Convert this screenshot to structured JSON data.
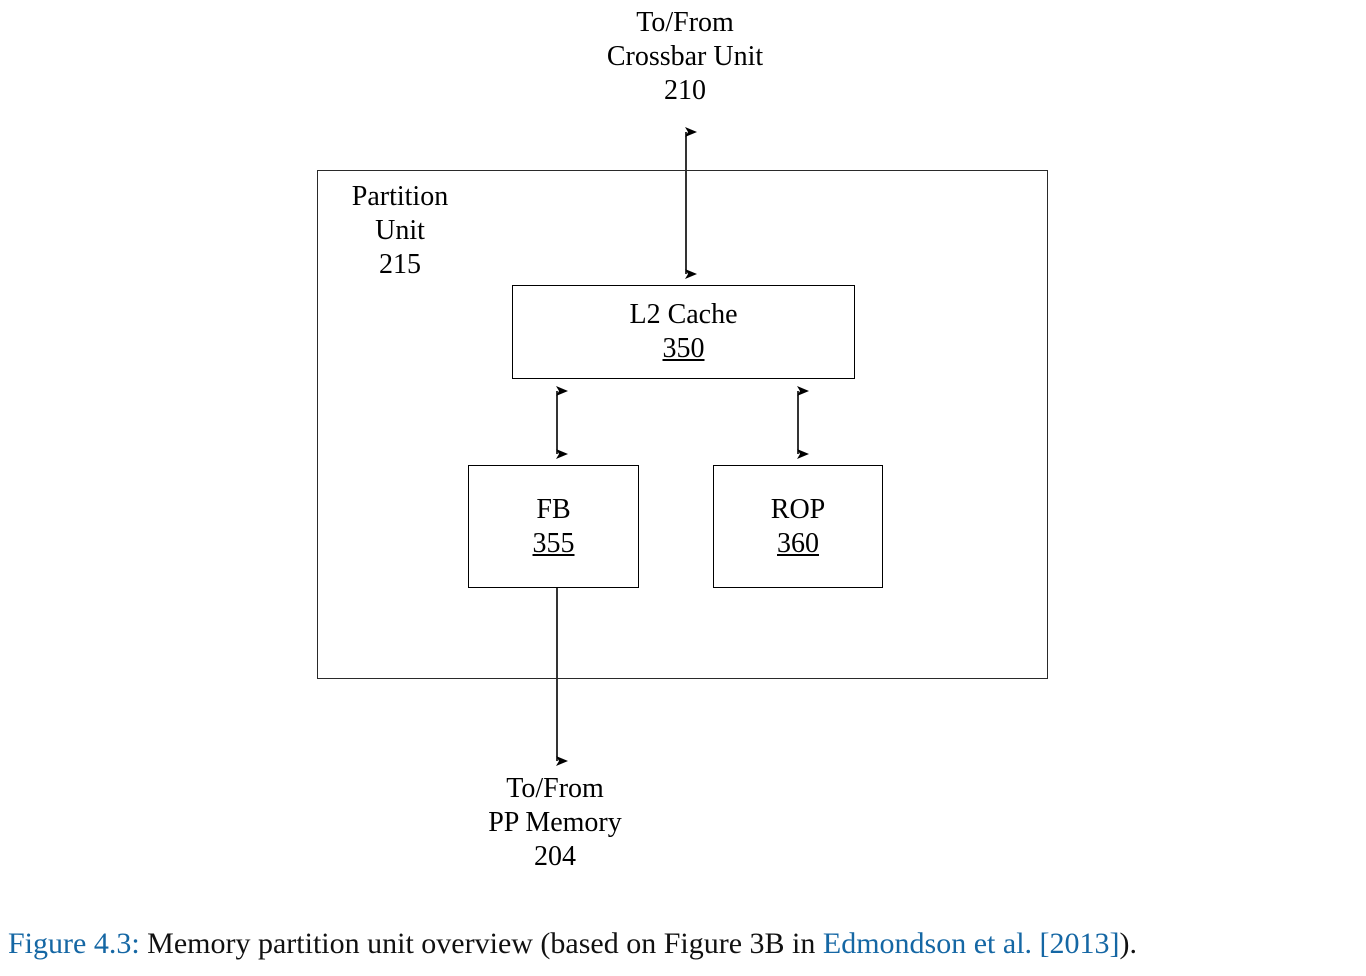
{
  "figure": {
    "external_labels": {
      "top": {
        "line1": "To/From",
        "line2": "Crossbar Unit",
        "line3": "210",
        "full": "To/From\nCrossbar Unit\n210"
      },
      "bottom": {
        "line1": "To/From",
        "line2": "PP Memory",
        "line3": "204",
        "full": "To/From\nPP Memory\n204"
      }
    },
    "outer_block": {
      "label_line1": "Partition",
      "label_line2": "Unit",
      "label_line3": "215",
      "label_full": "Partition\nUnit\n215"
    },
    "nodes": [
      {
        "id": "l2-cache",
        "title": "L2 Cache",
        "ref": "350"
      },
      {
        "id": "fb",
        "title": "FB",
        "ref": "355"
      },
      {
        "id": "rop",
        "title": "ROP",
        "ref": "360"
      }
    ],
    "connections": [
      {
        "from": "crossbar-unit-210",
        "to": "l2-cache",
        "style": "double-arrow"
      },
      {
        "from": "l2-cache",
        "to": "fb",
        "style": "double-arrow"
      },
      {
        "from": "l2-cache",
        "to": "rop",
        "style": "double-arrow"
      },
      {
        "from": "fb",
        "to": "pp-memory-204",
        "style": "single-arrow-down"
      }
    ],
    "colors": {
      "stroke": "#000000",
      "outer_stroke": "#2a2a2a",
      "background": "#ffffff",
      "link": "#1567a4"
    }
  },
  "caption": {
    "label": "Figure 4.3:",
    "text_before": " Memory partition unit overview (based on Figure 3B in ",
    "citation": "Edmondson et al. [2013]",
    "text_after": ").",
    "full": "Figure 4.3: Memory partition unit overview (based on Figure 3B in Edmondson et al. [2013])."
  }
}
